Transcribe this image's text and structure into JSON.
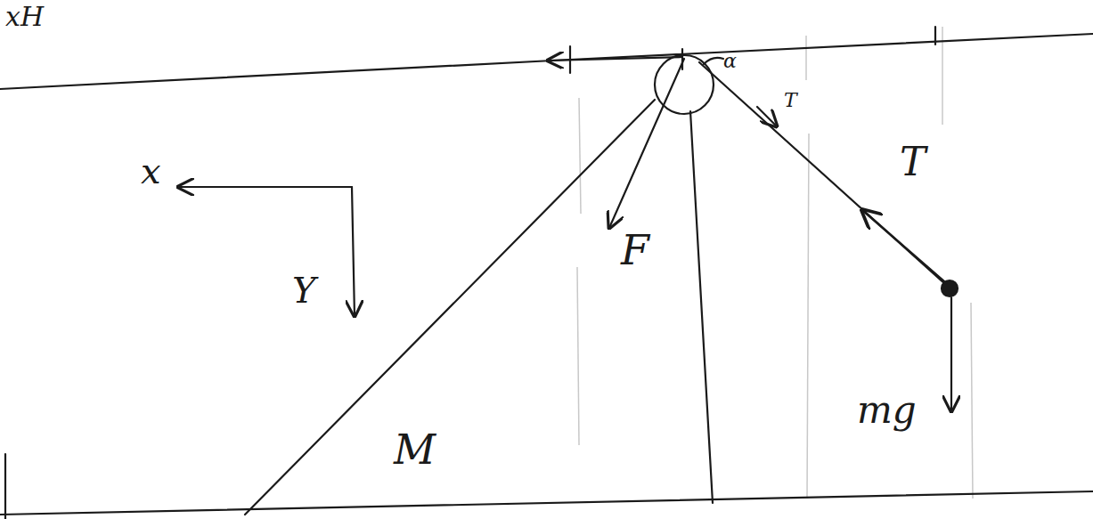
{
  "diagram": {
    "nodes": [
      {
        "text": [
          "M"
        ]
      }
    ],
    "labels": [
      "xH",
      "α",
      "T",
      "T",
      "F",
      "x",
      "Y",
      "mg"
    ]
  }
}
